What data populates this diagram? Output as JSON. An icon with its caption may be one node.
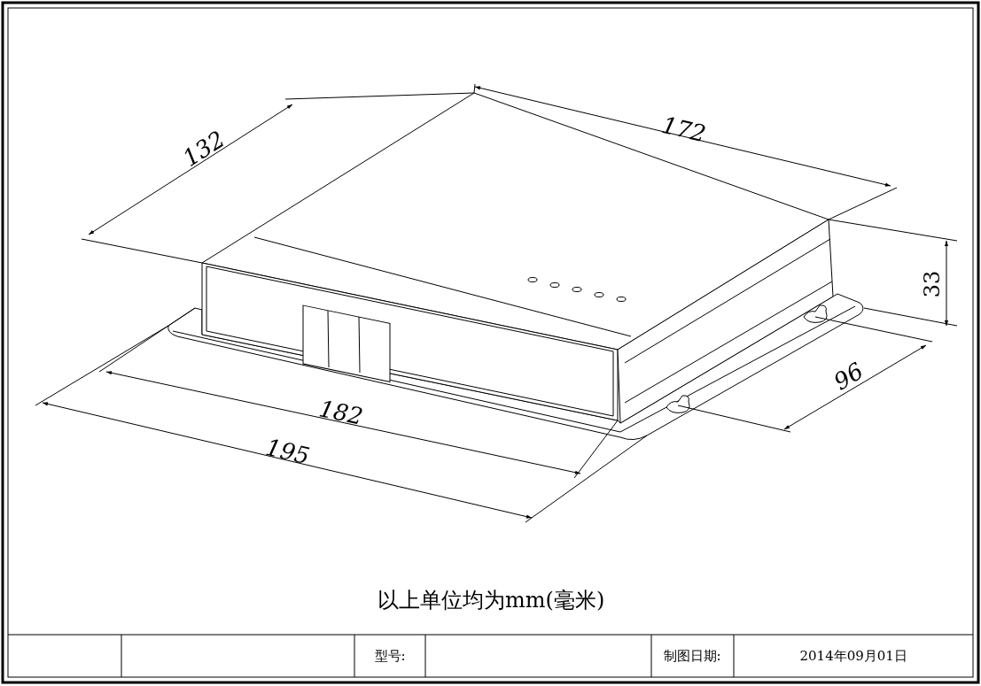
{
  "diagram": {
    "labels": [
      "132",
      "172",
      "33",
      "96",
      "182",
      "195",
      "以上单位均为mm(毫米)",
      "型号:",
      "制图日期:",
      "2014年09月01日"
    ]
  }
}
